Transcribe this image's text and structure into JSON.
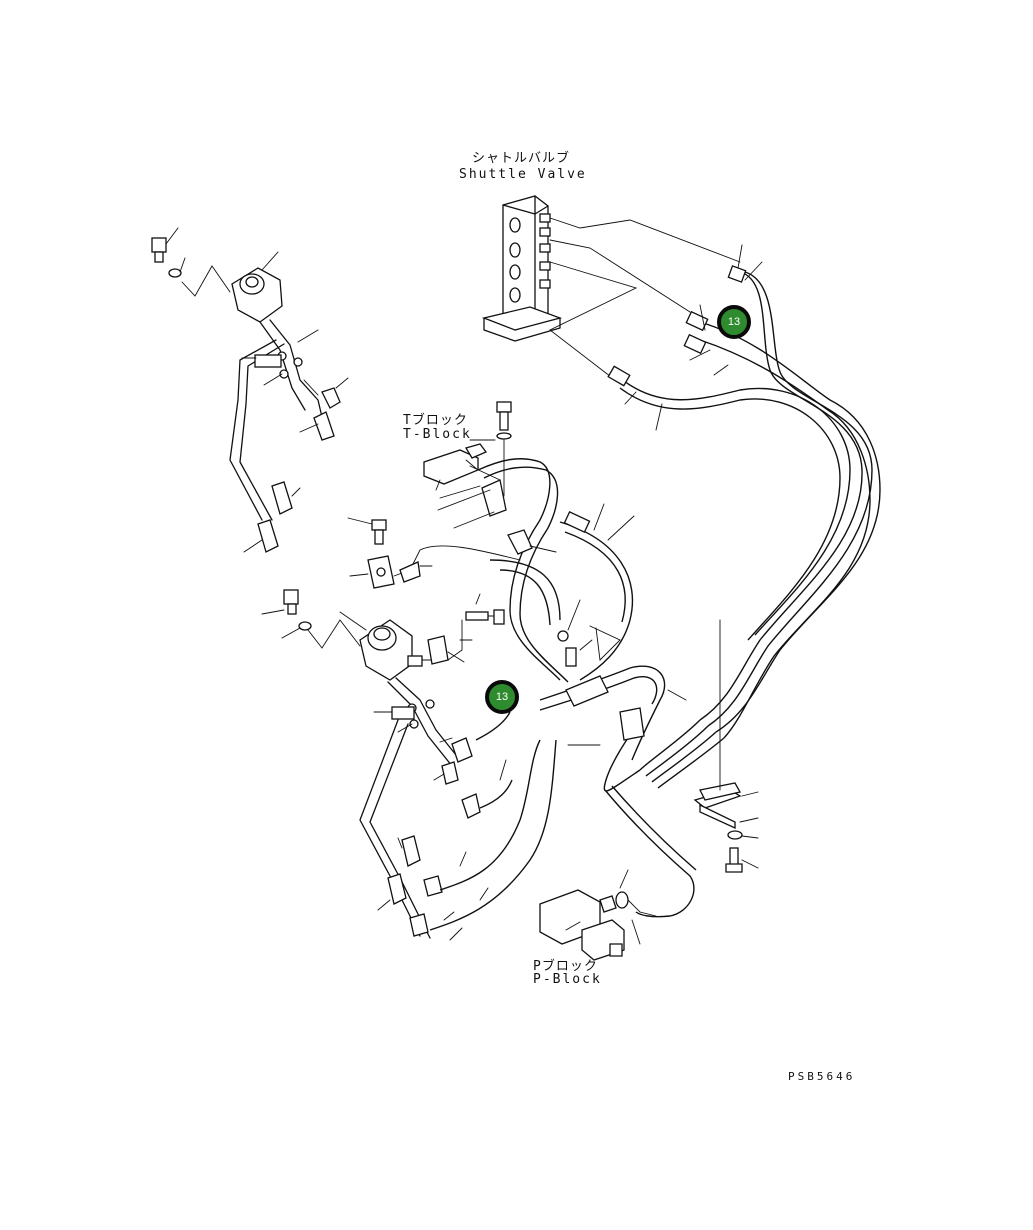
{
  "labels": {
    "shuttle_valve_jp": "シャトルバルブ",
    "shuttle_valve_en": "Shuttle Valve",
    "t_block_jp": "Tブロック",
    "t_block_en": "T-Block",
    "p_block_jp": "Pブロック",
    "p_block_en": "P-Block",
    "drawing_code": "PSB5646"
  },
  "callouts": [
    {
      "number": "13",
      "color": "#2e8b2e"
    },
    {
      "number": "13",
      "color": "#2e8b2e"
    }
  ]
}
